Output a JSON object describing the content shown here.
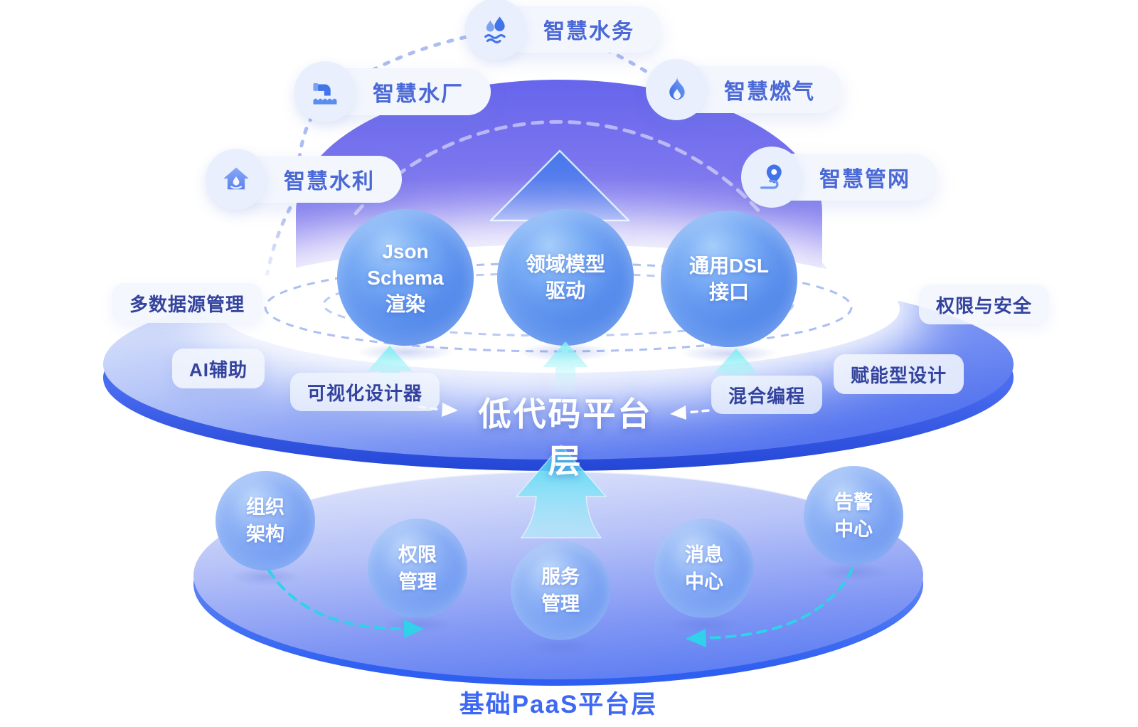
{
  "colors": {
    "pill_text": "#4a68d6",
    "tag_text": "#33439e",
    "sphere_text": "#ffffff",
    "mid_title_color": "#ffffff",
    "bottom_title_color": "#3e68f4",
    "dome_top": "#6765ec",
    "dome_bottom": "#b3a9f3",
    "saucer_blue": "#5070ee",
    "accent_cyan": "#2fd2e8"
  },
  "top_pills": [
    {
      "label": "智慧水务",
      "icon": "water-drops-icon"
    },
    {
      "label": "智慧水厂",
      "icon": "water-plant-icon"
    },
    {
      "label": "智慧燃气",
      "icon": "flame-icon"
    },
    {
      "label": "智慧水利",
      "icon": "house-water-icon"
    },
    {
      "label": "智慧管网",
      "icon": "pipe-network-icon"
    }
  ],
  "middle_layer": {
    "title": "低代码平台层",
    "spheres": [
      {
        "lines": [
          "Json",
          "Schema",
          "渲染"
        ]
      },
      {
        "lines": [
          "领域模型",
          "驱动"
        ]
      },
      {
        "lines": [
          "通用DSL",
          "接口"
        ]
      }
    ],
    "side_labels": {
      "top_left": "多数据源管理",
      "top_right": "权限与安全",
      "mid_left": "AI辅助",
      "mid_right": "赋能型设计",
      "bottom_left": "可视化设计器",
      "bottom_right": "混合编程"
    }
  },
  "bottom_layer": {
    "title": "基础PaaS平台层",
    "spheres": [
      {
        "lines": [
          "组织",
          "架构"
        ]
      },
      {
        "lines": [
          "权限",
          "管理"
        ]
      },
      {
        "lines": [
          "服务",
          "管理"
        ]
      },
      {
        "lines": [
          "消息",
          "中心"
        ]
      },
      {
        "lines": [
          "告警",
          "中心"
        ]
      }
    ]
  }
}
